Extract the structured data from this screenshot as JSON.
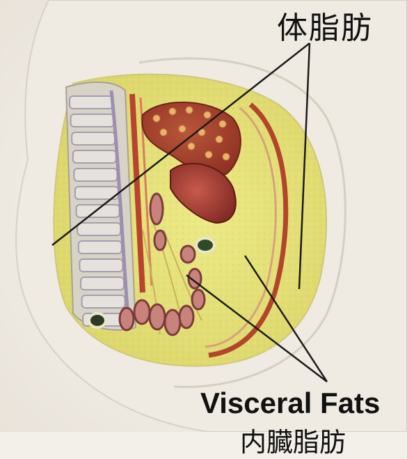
{
  "labels": {
    "top": "体脂肪",
    "bottom": "Visceral Fats",
    "bottom_cn": "内臓脂肪"
  }
}
